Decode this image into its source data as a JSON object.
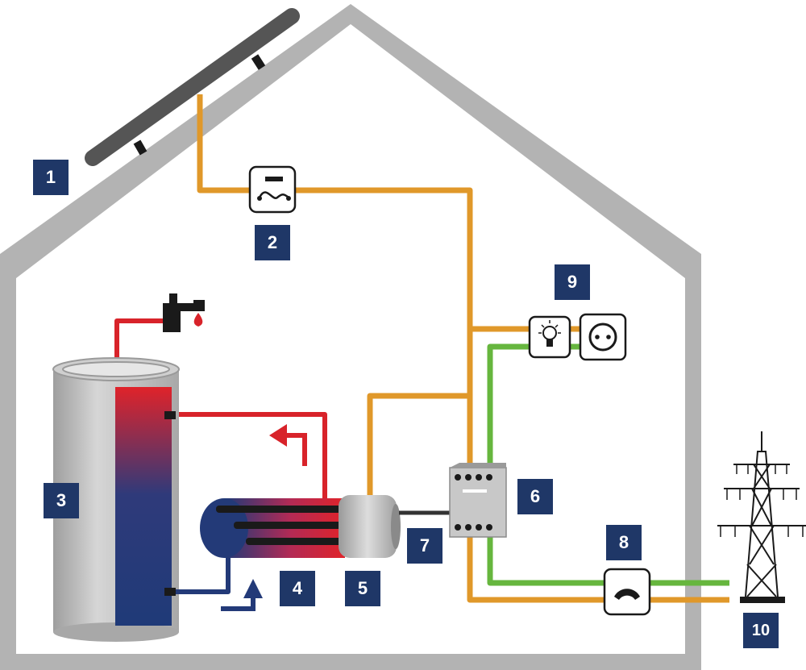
{
  "labels": {
    "n1": "1",
    "n2": "2",
    "n3": "3",
    "n4": "4",
    "n5": "5",
    "n6": "6",
    "n7": "7",
    "n8": "8",
    "n9": "9",
    "n10": "10"
  },
  "colors": {
    "house": "#b3b3b3",
    "badge": "#1f3767",
    "dc_cable": "#e0982a",
    "ground_cable": "#66b63e",
    "hot_water": "#d8232a",
    "cold_water": "#233a78",
    "panel": "#555555",
    "tank_outer": "#c4c4c4"
  },
  "icons": [
    "solar-panel-icon",
    "inverter-icon",
    "water-tap-icon",
    "water-drop-icon",
    "hot-water-tank-icon",
    "heating-element-icon",
    "controller-icon",
    "contactor-box-icon",
    "electricity-meter-icon",
    "light-bulb-icon",
    "power-socket-icon",
    "power-pylon-icon",
    "arrow-up-icon"
  ]
}
